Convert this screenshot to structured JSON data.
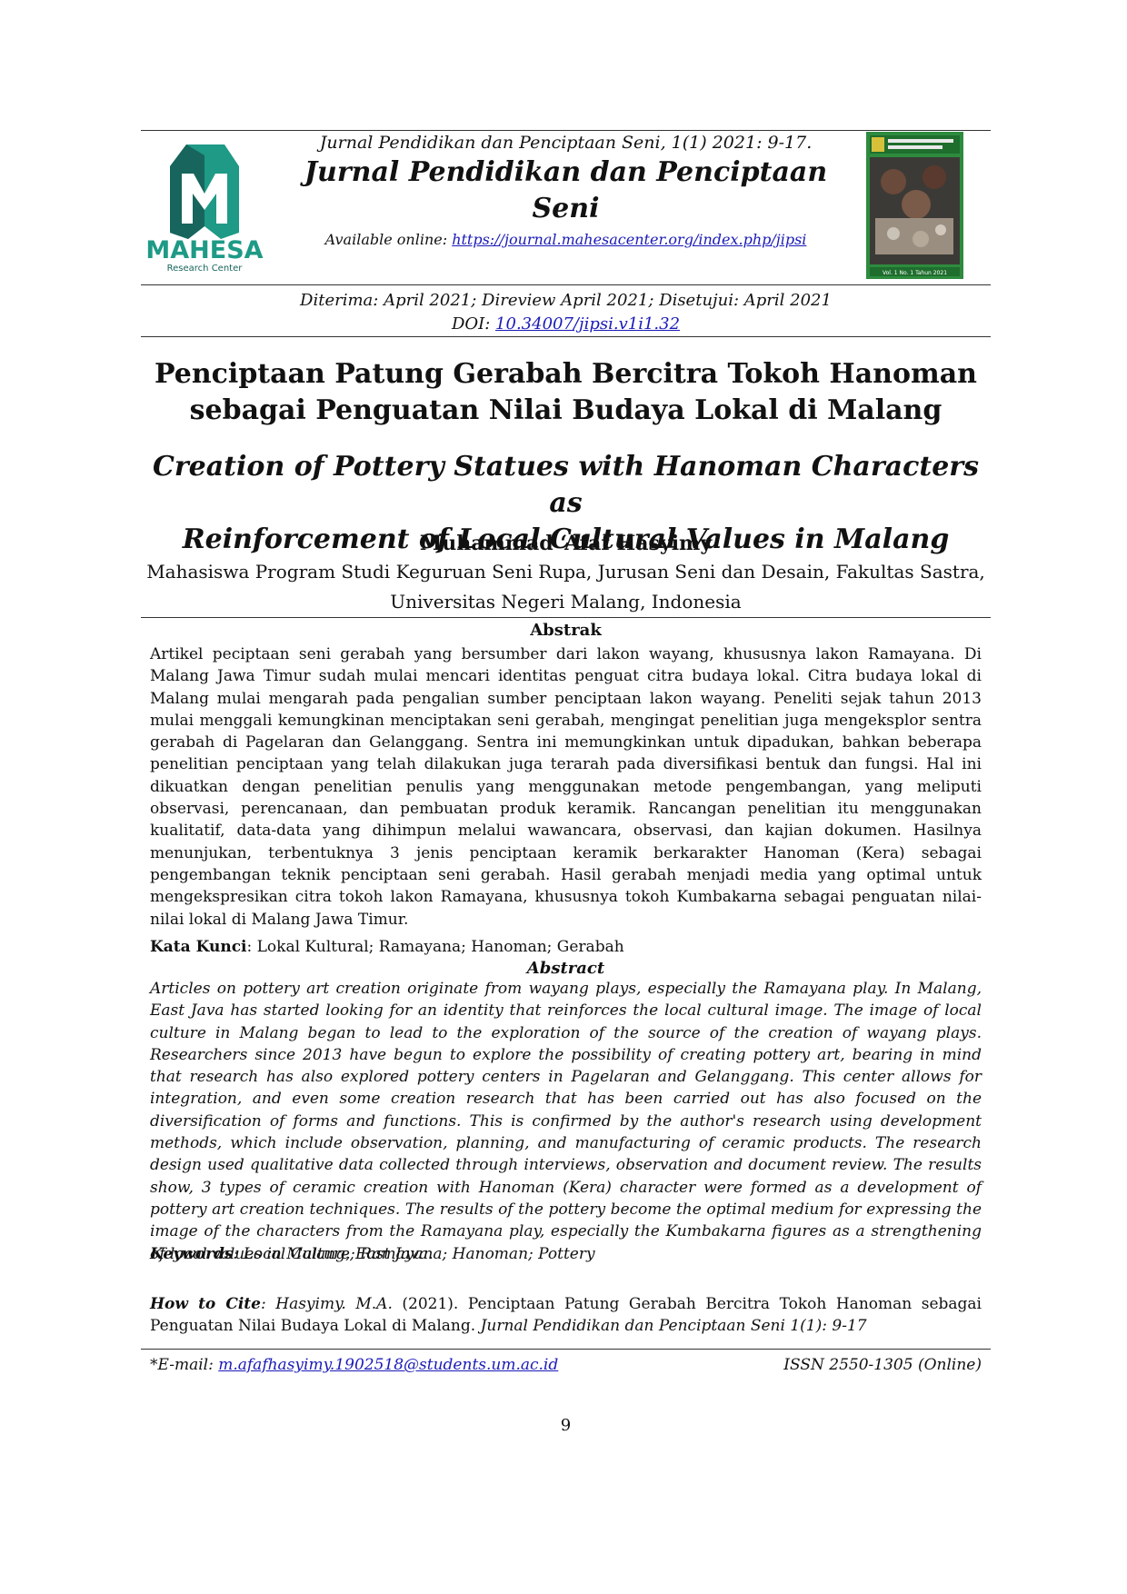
{
  "header": {
    "cite_line": "Jurnal Pendidikan dan Penciptaan Seni, 1(1) 2021: 9-17.",
    "journal_title": "Jurnal Pendidikan dan Penciptaan Seni",
    "available_label": "Available online: ",
    "available_url": "https://journal.mahesacenter.org/index.php/jipsi",
    "logo_text": "MAHESA",
    "logo_subtext": "Research Center",
    "cover_label": "Vol. 1 No. 1 Tahun 2021"
  },
  "dates": {
    "line": "Diterima: April 2021; Direview April 2021; Disetujui: April 2021",
    "doi_label": "DOI: ",
    "doi_value": "10.34007/jipsi.v1i1.32"
  },
  "title_id": {
    "line1": "Penciptaan Patung Gerabah Bercitra Tokoh Hanoman",
    "line2": "sebagai Penguatan Nilai Budaya Lokal di Malang"
  },
  "title_en": {
    "line1": "Creation of Pottery Statues with Hanoman Characters as",
    "line2": "Reinforcement of Local Cultural Values in Malang"
  },
  "author": "Muhammad ‘Afaf Hasyimy",
  "affiliation": {
    "line1": "Mahasiswa Program Studi Keguruan Seni Rupa, Jurusan Seni dan Desain, Fakultas Sastra,",
    "line2": "Universitas Negeri Malang, Indonesia"
  },
  "abstrak": {
    "heading": "Abstrak",
    "text": "Artikel peciptaan seni gerabah yang bersumber dari lakon wayang, khususnya lakon Ramayana. Di Malang Jawa Timur sudah mulai mencari identitas penguat citra budaya lokal. Citra budaya lokal di Malang mulai mengarah pada pengalian sumber penciptaan lakon wayang. Peneliti sejak tahun 2013 mulai menggali kemungkinan menciptakan seni gerabah, mengingat penelitian juga mengeksplor sentra gerabah di Pagelaran dan Gelanggang. Sentra ini memungkinkan untuk dipadukan, bahkan beberapa penelitian penciptaan yang telah dilakukan juga terarah pada diversifikasi bentuk dan fungsi. Hal ini dikuatkan dengan penelitian penulis yang menggunakan metode pengembangan, yang meliputi observasi, perencanaan, dan pembuatan produk keramik. Rancangan penelitian itu menggunakan kualitatif, data-data yang dihimpun melalui wawancara, observasi, dan kajian dokumen. Hasilnya menunjukan, terbentuknya 3 jenis penciptaan keramik berkarakter Hanoman (Kera) sebagai pengembangan teknik penciptaan seni gerabah. Hasil gerabah menjadi media yang optimal untuk mengekspresikan citra tokoh lakon Ramayana, khususnya tokoh Kumbakarna sebagai penguatan nilai-nilai lokal di Malang Jawa Timur.",
    "kw_label": "Kata Kunci",
    "kw_text": ": Lokal Kultural; Ramayana; Hanoman; Gerabah"
  },
  "abstract": {
    "heading": "Abstract",
    "text": "Articles on pottery art creation originate from wayang plays, especially the Ramayana play. In Malang, East Java has started looking for an identity that reinforces the local cultural image. The image of local culture in Malang began to lead to the exploration of the source of the creation of wayang plays. Researchers since 2013 have begun to explore the possibility of creating pottery art, bearing in mind that research has also explored pottery centers in Pagelaran and Gelanggang. This center allows for integration, and even some creation research that has been carried out has also focused on the diversification of forms and functions. This is confirmed by the author's research using development methods, which include observation, planning, and manufacturing of ceramic products. The research design used qualitative data collected through interviews, observation and document review. The results show, 3 types of ceramic creation with Hanoman (Kera) character were formed as a development of pottery art creation techniques. The results of the pottery become the optimal medium for expressing the image of the characters from the Ramayana play, especially the Kumbakarna figures as a strengthening of local values in Malang, East Java.",
    "kw_label": "Keywords",
    "kw_text": ": Local Culture; Ramayana; Hanoman; Pottery"
  },
  "how_to_cite": {
    "label": "How to Cite",
    "author": ": Hasyimy. M.A.",
    "body": " (2021). Penciptaan Patung Gerabah Bercitra Tokoh Hanoman sebagai Penguatan Nilai Budaya Lokal di Malang. ",
    "source": "Jurnal Pendidikan dan Penciptaan Seni 1(1): 9-17"
  },
  "footer": {
    "email_label": "*E-mail: ",
    "email": "m.afafhasyimy.1902518@students.um.ac.id",
    "issn": "ISSN 2550-1305 (Online)"
  },
  "page_number": "9",
  "colors": {
    "logo_teal": "#1e9a86",
    "logo_dark": "#17655c",
    "link": "#1a1ab8",
    "cover_green": "#2e8b3e"
  }
}
